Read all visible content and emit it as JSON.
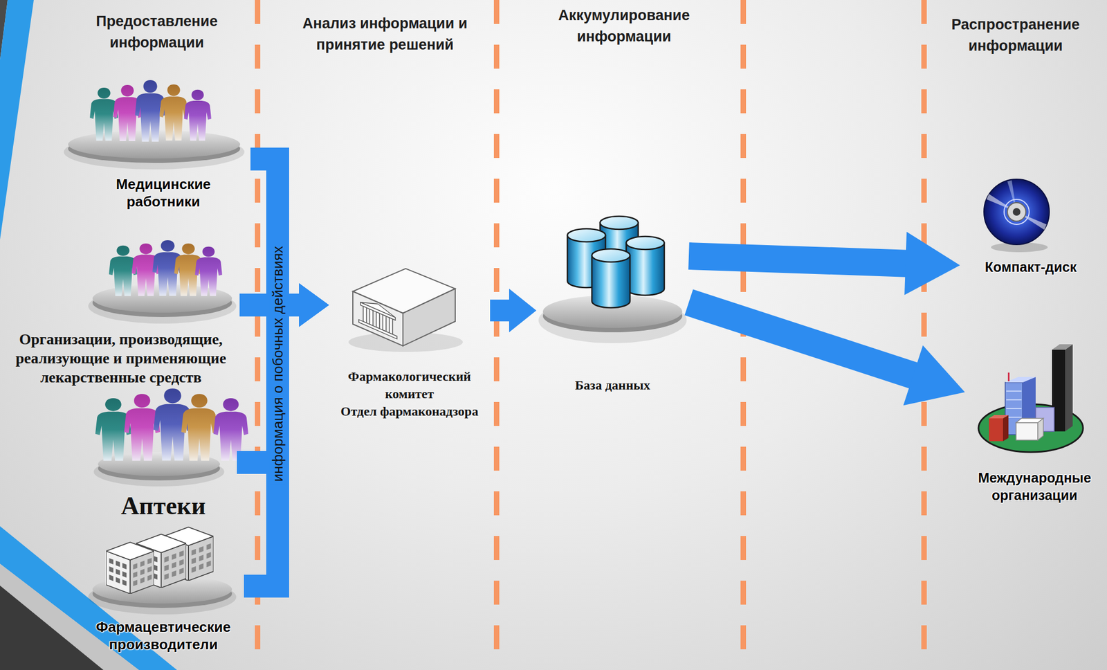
{
  "diagram": {
    "nodes": [
      {
        "text": [
          "Медицинские работники"
        ]
      },
      {
        "text": [
          "Организации, производящие, реализующие и применяющие лекарственные средств"
        ]
      },
      {
        "text": [
          "Аптеки"
        ]
      },
      {
        "text": [
          "Фармацевтические производители"
        ]
      },
      {
        "text": [
          "Фармакологический комитет",
          "Отдел фармаконадзора"
        ]
      },
      {
        "text": [
          "База данных"
        ]
      },
      {
        "text": [
          "Компакт-диск"
        ]
      },
      {
        "text": [
          "Международные организации"
        ]
      }
    ],
    "edges": [
      {
        "from": 0,
        "to": 4,
        "arrow": "to"
      },
      {
        "from": 1,
        "to": 4,
        "arrow": "to",
        "label": "информация о побочных действиях"
      },
      {
        "from": 2,
        "to": 4,
        "arrow": "to"
      },
      {
        "from": 3,
        "to": 4,
        "arrow": "to"
      },
      {
        "from": 4,
        "to": 5,
        "arrow": "to"
      },
      {
        "from": 5,
        "to": 6,
        "arrow": "to"
      },
      {
        "from": 5,
        "to": 7,
        "arrow": "to"
      }
    ],
    "labels": [
      "Предоставление информации",
      "Анализ информации и принятие решений",
      "Аккумулирование информации",
      "Распространение информации"
    ]
  }
}
